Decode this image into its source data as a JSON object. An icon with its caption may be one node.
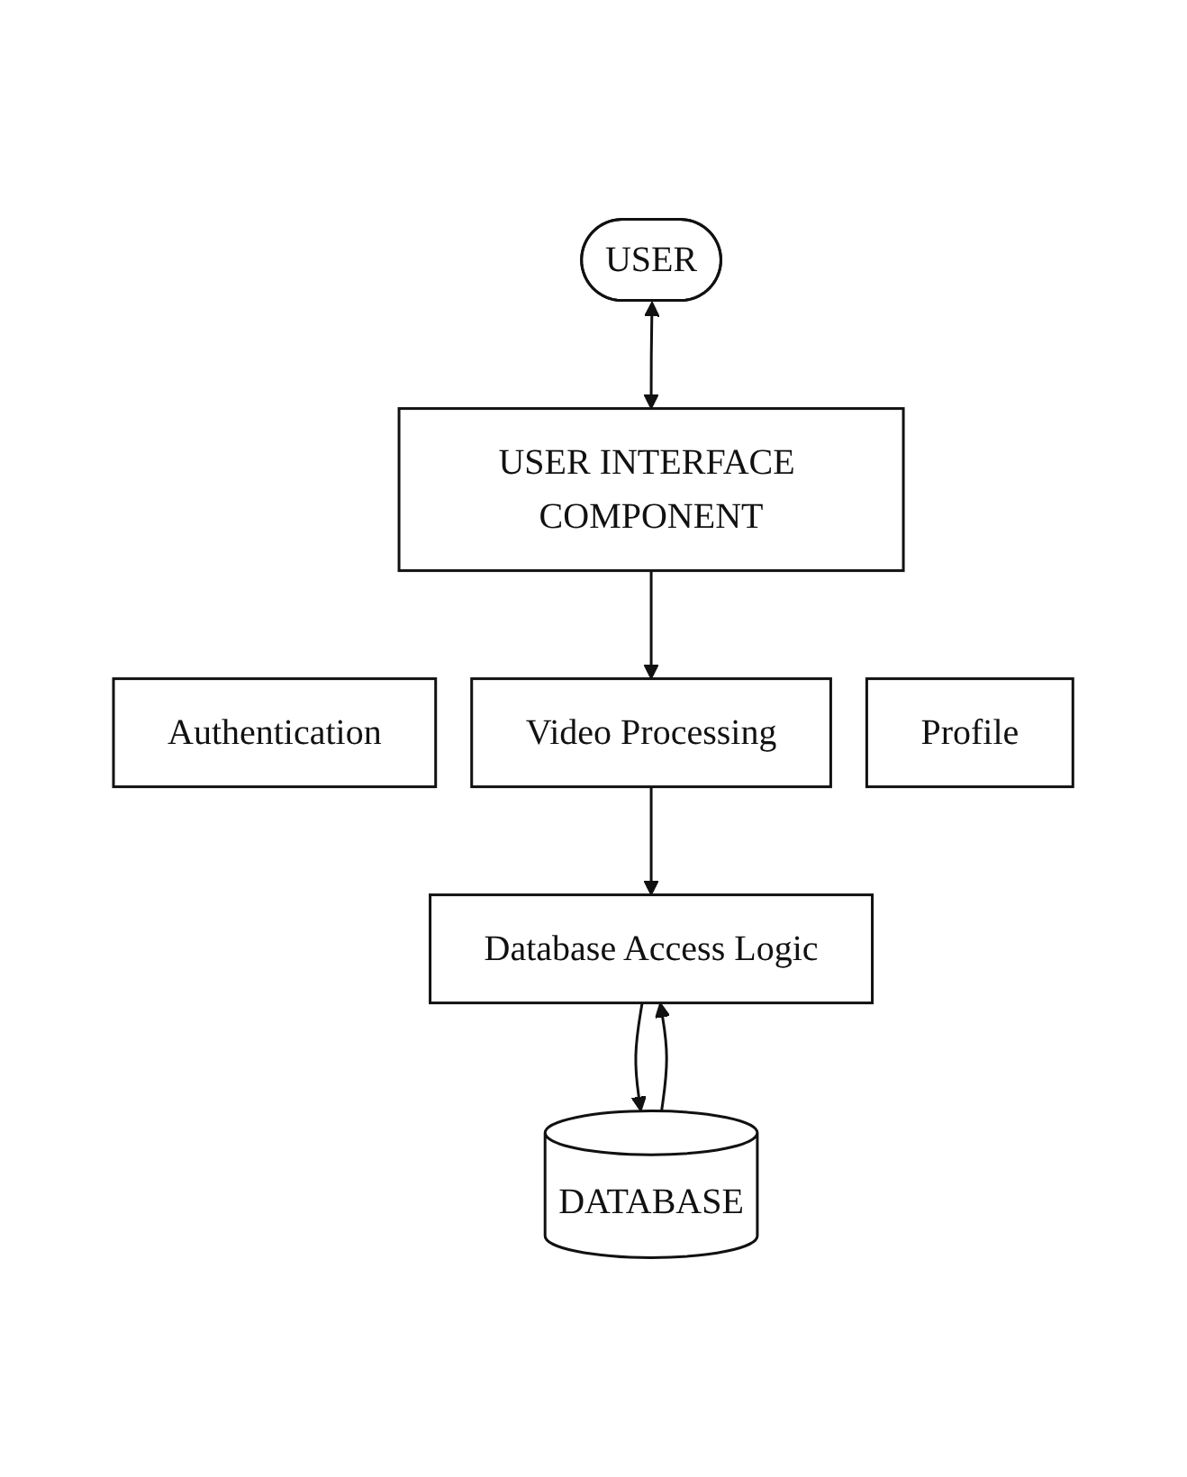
{
  "diagram": {
    "nodes": [
      {
        "text": [
          "USER"
        ]
      },
      {
        "text": [
          "USER INTERFACE COMPONENT"
        ]
      },
      {
        "text": [
          "Authentication"
        ]
      },
      {
        "text": [
          "Video Processing"
        ]
      },
      {
        "text": [
          "Profile"
        ]
      },
      {
        "text": [
          "Database Access Logic"
        ]
      },
      {
        "text": [
          "DATABASE"
        ]
      }
    ],
    "edges": [
      {
        "from": 0,
        "to": 1,
        "arrow": "both"
      },
      {
        "from": 1,
        "to": 3,
        "arrow": "to"
      },
      {
        "from": 3,
        "to": 5,
        "arrow": "to"
      },
      {
        "from": 5,
        "to": 6,
        "arrow": "to"
      },
      {
        "from": 6,
        "to": 5,
        "arrow": "to"
      }
    ]
  }
}
